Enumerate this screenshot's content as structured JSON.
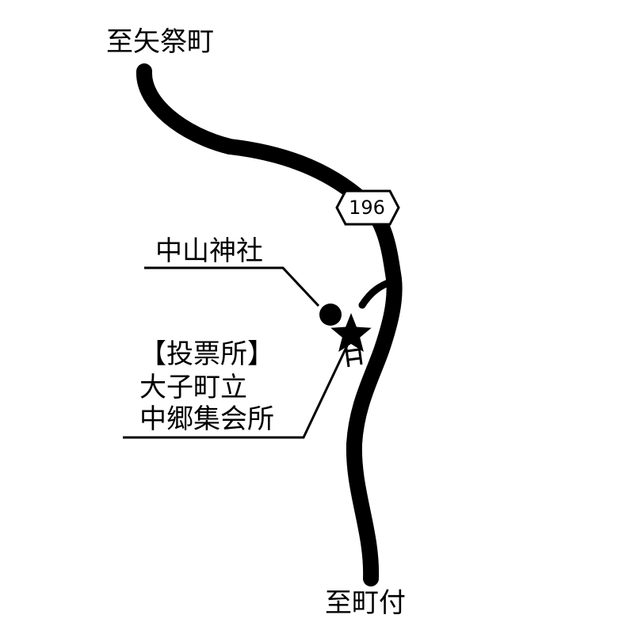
{
  "destinations": {
    "north": "至矢祭町",
    "south": "至町付"
  },
  "route_number": "196",
  "shrine_label": "中山神社",
  "polling_place": {
    "heading": "【投票所】",
    "line1": "大子町立",
    "line2": "中郷集会所"
  },
  "colors": {
    "ink": "#000000",
    "background": "#ffffff"
  },
  "icons": {
    "shrine": "filled-circle",
    "polling_place": "star",
    "bridge": "ladder-bridge"
  }
}
